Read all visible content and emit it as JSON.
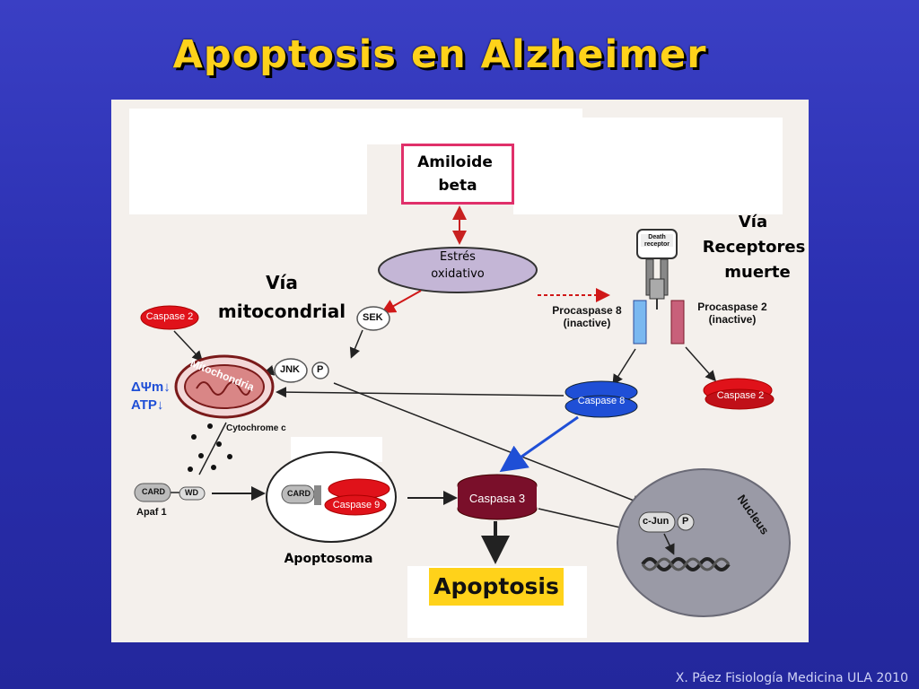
{
  "slide": {
    "title": "Apoptosis en Alzheimer",
    "footer": "X. Páez Fisiología Medicina ULA 2010"
  },
  "diagram": {
    "amyloid_line1": "Amiloide",
    "amyloid_line2": "beta",
    "oxidative_line1": "Estrés",
    "oxidative_line2": "oxidativo",
    "via_mito_line1": "Vía",
    "via_mito_line2": "mitocondrial",
    "via_receptor_line1": "Vía",
    "via_receptor_line2": "Receptores",
    "via_receptor_line3": "muerte",
    "caspase2_left": "Caspase 2",
    "caspase2_right": "Caspase 2",
    "sek": "SEK",
    "jnk": "JNK",
    "p_jnk": "P",
    "mitochondria": "Mitochondria",
    "delta_psi": "ΔΨm↓",
    "atp": "ATP↓",
    "cytochrome": "Cytochrome c",
    "card_apaf": "CARD",
    "wd": "WD",
    "apaf": "Apaf 1",
    "card_apo": "CARD",
    "caspase9": "Caspase 9",
    "apoptosoma": "Apoptosoma",
    "caspasa3": "Caspasa 3",
    "apoptosis": "Apoptosis",
    "death_receptor": "Death receptor",
    "procaspase8": "Procaspase 8 (inactive)",
    "procaspase2": "Procaspase 2 (inactive)",
    "caspase8": "Caspase 8",
    "nucleus": "Nucleus",
    "cjun": "c-Jun",
    "p_cjun": "P"
  },
  "colors": {
    "background": "#2a2fb0",
    "title": "#ffd21a",
    "caspase_red": "#e0121a",
    "caspase8_blue": "#1f4fd6",
    "caspasa3_dark": "#7a0f2a",
    "amyloid_border": "#e0306a",
    "apoptosis_box": "#ffd21a"
  }
}
